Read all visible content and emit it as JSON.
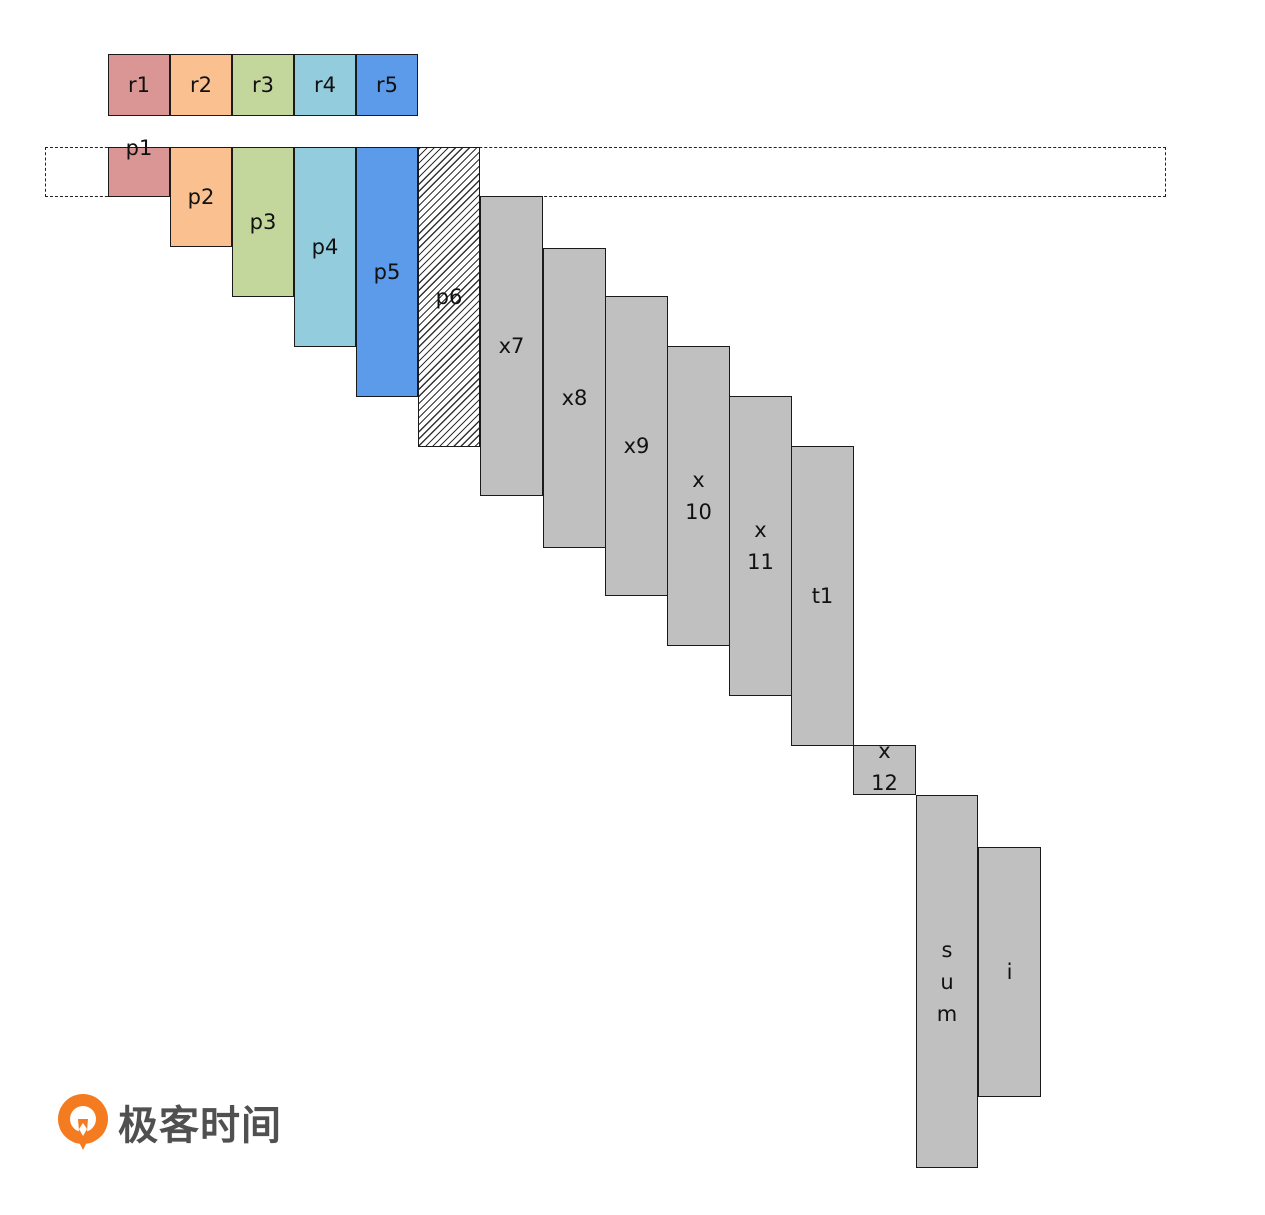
{
  "colors": {
    "red": "#d99694",
    "orange": "#fac090",
    "green": "#c3d69b",
    "teal": "#93cddd",
    "blue": "#5b9bea",
    "gray": "#c0c0c0",
    "logo_orange": "#f47b20"
  },
  "registers": [
    {
      "label": "r1",
      "color": "red"
    },
    {
      "label": "r2",
      "color": "orange"
    },
    {
      "label": "r3",
      "color": "green"
    },
    {
      "label": "r4",
      "color": "teal"
    },
    {
      "label": "r5",
      "color": "blue"
    }
  ],
  "frames": [
    {
      "label": "p1",
      "color": "red"
    },
    {
      "label": "p2",
      "color": "orange"
    },
    {
      "label": "p3",
      "color": "green"
    },
    {
      "label": "p4",
      "color": "teal"
    },
    {
      "label": "p5",
      "color": "blue"
    },
    {
      "label": "p6",
      "color": "hatched"
    },
    {
      "label": "x7",
      "color": "gray"
    },
    {
      "label": "x8",
      "color": "gray"
    },
    {
      "label": "x9",
      "color": "gray"
    },
    {
      "label": "x\n10",
      "color": "gray"
    },
    {
      "label": "x\n11",
      "color": "gray"
    },
    {
      "label": "t1",
      "color": "gray"
    },
    {
      "label": "x\n12",
      "color": "gray"
    },
    {
      "label": "s\nu\nm",
      "color": "gray"
    },
    {
      "label": "i",
      "color": "gray"
    }
  ],
  "logo": {
    "text": "极客时间",
    "icon": "geektime-logo-icon"
  }
}
